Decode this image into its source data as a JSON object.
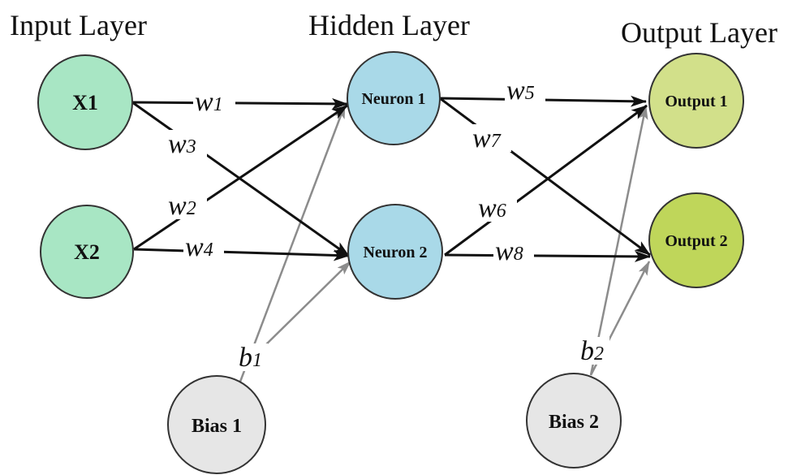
{
  "layers": {
    "input": "Input Layer",
    "hidden": "Hidden Layer",
    "output": "Output Layer"
  },
  "nodes": {
    "x1": "X1",
    "x2": "X2",
    "neuron1": "Neuron 1",
    "neuron2": "Neuron 2",
    "output1": "Output 1",
    "output2": "Output 2",
    "bias1": "Bias 1",
    "bias2": "Bias 2"
  },
  "weights": {
    "w1": {
      "letter": "w",
      "index": "1"
    },
    "w2": {
      "letter": "w",
      "index": "2"
    },
    "w3": {
      "letter": "w",
      "index": "3"
    },
    "w4": {
      "letter": "w",
      "index": "4"
    },
    "w5": {
      "letter": "w",
      "index": "5"
    },
    "w6": {
      "letter": "w",
      "index": "6"
    },
    "w7": {
      "letter": "w",
      "index": "7"
    },
    "w8": {
      "letter": "w",
      "index": "8"
    },
    "b1": {
      "letter": "b",
      "index": "1"
    },
    "b2": {
      "letter": "b",
      "index": "2"
    }
  },
  "colors": {
    "input_fill": "#a8e6c4",
    "hidden_fill": "#a9d9e8",
    "output1_fill": "#d2e08a",
    "output2_fill": "#bfd65a",
    "bias_fill": "#e6e6e6",
    "weight_edge": "#111111",
    "bias_edge": "#8c8c8c"
  }
}
